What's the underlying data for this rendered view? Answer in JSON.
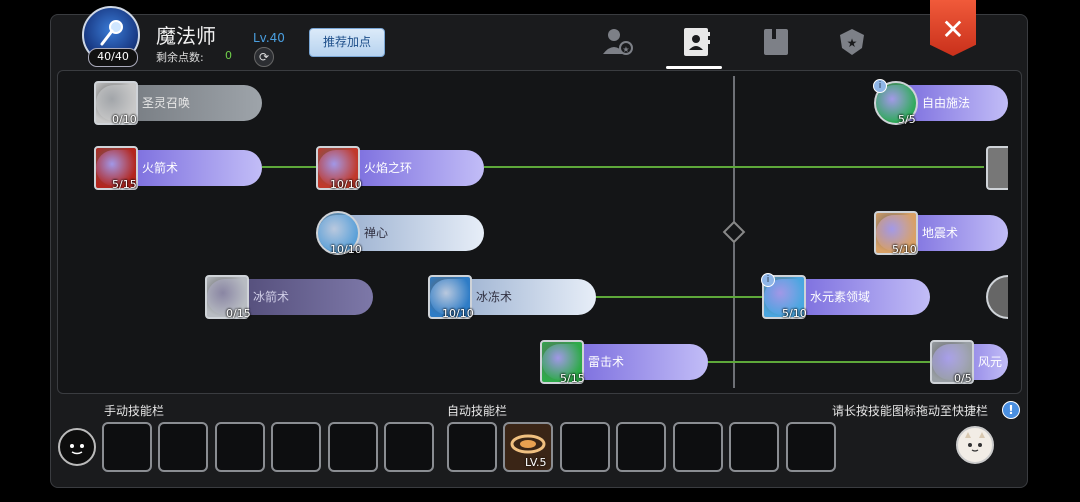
{
  "header": {
    "avatar_points": "40/40",
    "class_name": "魔法师",
    "level": "Lv.40",
    "remaining_label": "剩余点数:",
    "remaining_value": "0",
    "recommend_button": "推荐加点",
    "close_label": "✕"
  },
  "tabs": [
    {
      "icon": "character-icon",
      "active": false
    },
    {
      "icon": "skill-book-icon",
      "active": true
    },
    {
      "icon": "book-icon",
      "active": false
    },
    {
      "icon": "emblem-icon",
      "active": false
    }
  ],
  "skills": [
    {
      "name": "圣灵召唤",
      "level": "0/10",
      "style": "grey",
      "icon_color": "#c8c8c8"
    },
    {
      "name": "火箭术",
      "level": "5/15",
      "style": "purple",
      "icon_color": "#b3261e"
    },
    {
      "name": "火焰之环",
      "level": "10/10",
      "style": "purple",
      "icon_color": "#c0392b"
    },
    {
      "name": "禅心",
      "level": "10/10",
      "style": "light",
      "icon_color": "#5aa0d8"
    },
    {
      "name": "冰箭术",
      "level": "0/15",
      "style": "darkpurple",
      "icon_color": "#b8bcc2"
    },
    {
      "name": "冰冻术",
      "level": "10/10",
      "style": "light",
      "icon_color": "#2e7cc6"
    },
    {
      "name": "雷击术",
      "level": "5/15",
      "style": "purple",
      "icon_color": "#2eaa4a"
    },
    {
      "name": "自由施法",
      "level": "5/5",
      "style": "purple",
      "icon_color": "#2eaa5a"
    },
    {
      "name": "地震术",
      "level": "5/10",
      "style": "purple",
      "icon_color": "#d8a066"
    },
    {
      "name": "水元素领域",
      "level": "5/10",
      "style": "purple",
      "icon_color": "#4aa6e0"
    },
    {
      "name": "风元",
      "level": "0/5",
      "style": "purple",
      "icon_color": "#9aa0a6"
    }
  ],
  "skill_bar": {
    "manual_label": "手动技能栏",
    "auto_label": "自动技能栏",
    "hint": "请长按技能图标拖动至快捷栏",
    "hint_icon": "!",
    "equipped_level": "LV.5"
  },
  "colors": {
    "accent_green": "#5ea83a",
    "level_blue": "#4a9fe0",
    "close_red": "#e0462a"
  }
}
